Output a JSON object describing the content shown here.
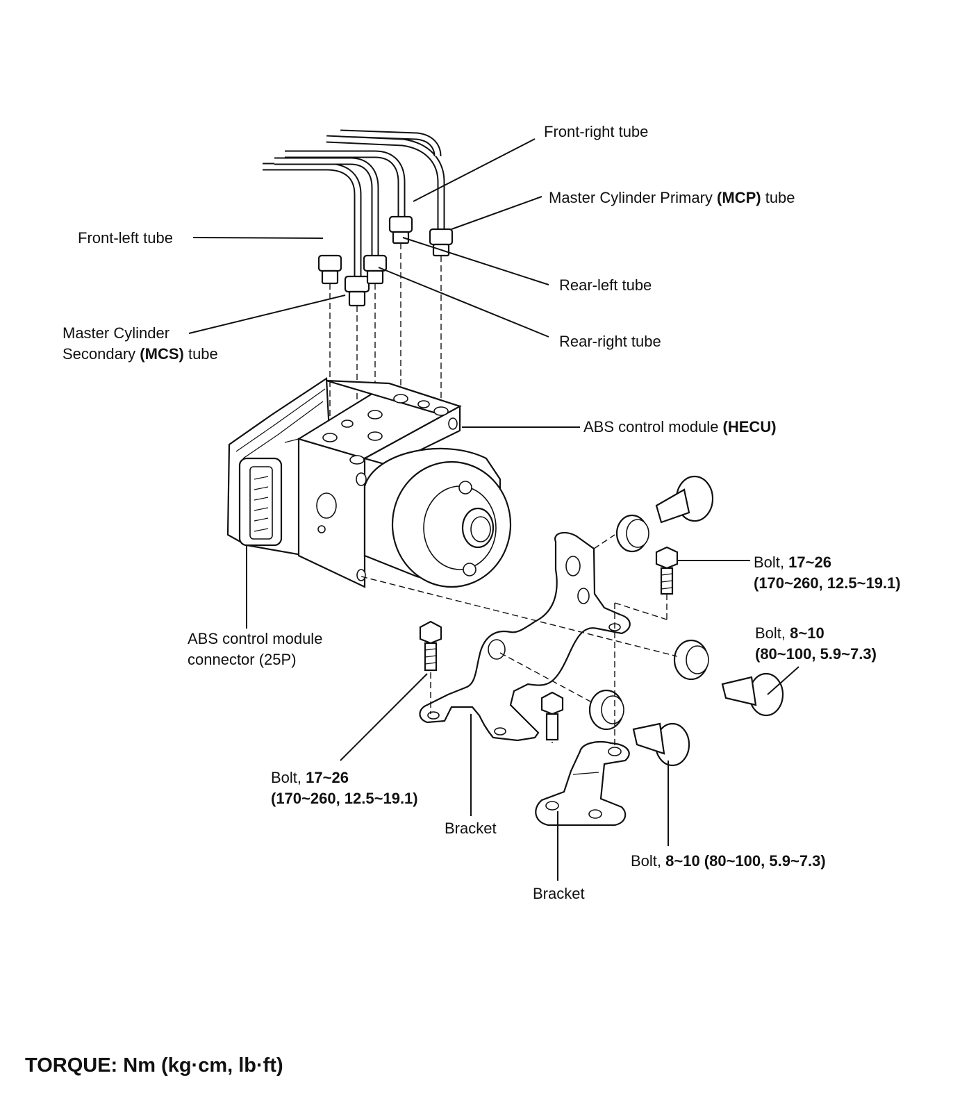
{
  "labels": {
    "front_right_tube": "Front-right tube",
    "mcp_tube_pre": "Master Cylinder Primary ",
    "mcp_tube_bold": "(MCP)",
    "mcp_tube_post": " tube",
    "front_left_tube": "Front-left tube",
    "rear_left_tube": "Rear-left tube",
    "rear_right_tube": "Rear-right tube",
    "mcs_tube_line1": "Master Cylinder",
    "mcs_tube_pre": "Secondary ",
    "mcs_tube_bold": "(MCS)",
    "mcs_tube_post": " tube",
    "hecu_pre": "ABS control module ",
    "hecu_bold": "(HECU)",
    "connector_line1": "ABS control module",
    "connector_line2": "connector (25P)",
    "bolt_upper_right_line1_pre": "Bolt, ",
    "bolt_upper_right_line1_bold": "17~26",
    "bolt_upper_right_line2": "(170~260, 12.5~19.1)",
    "bolt_mid_right_line1_pre": "Bolt, ",
    "bolt_mid_right_line1_bold": "8~10",
    "bolt_mid_right_line2": "(80~100, 5.9~7.3)",
    "bolt_left_line1_pre": "Bolt, ",
    "bolt_left_line1_bold": "17~26",
    "bolt_left_line2": "(170~260, 12.5~19.1)",
    "bracket_upper": "Bracket",
    "bracket_lower": "Bracket",
    "bolt_bottom_pre": "Bolt, ",
    "bolt_bottom_bold": "8~10 (80~100, 5.9~7.3)"
  },
  "footer": {
    "torque_note": "TORQUE: Nm (kg·cm, lb·ft)"
  }
}
